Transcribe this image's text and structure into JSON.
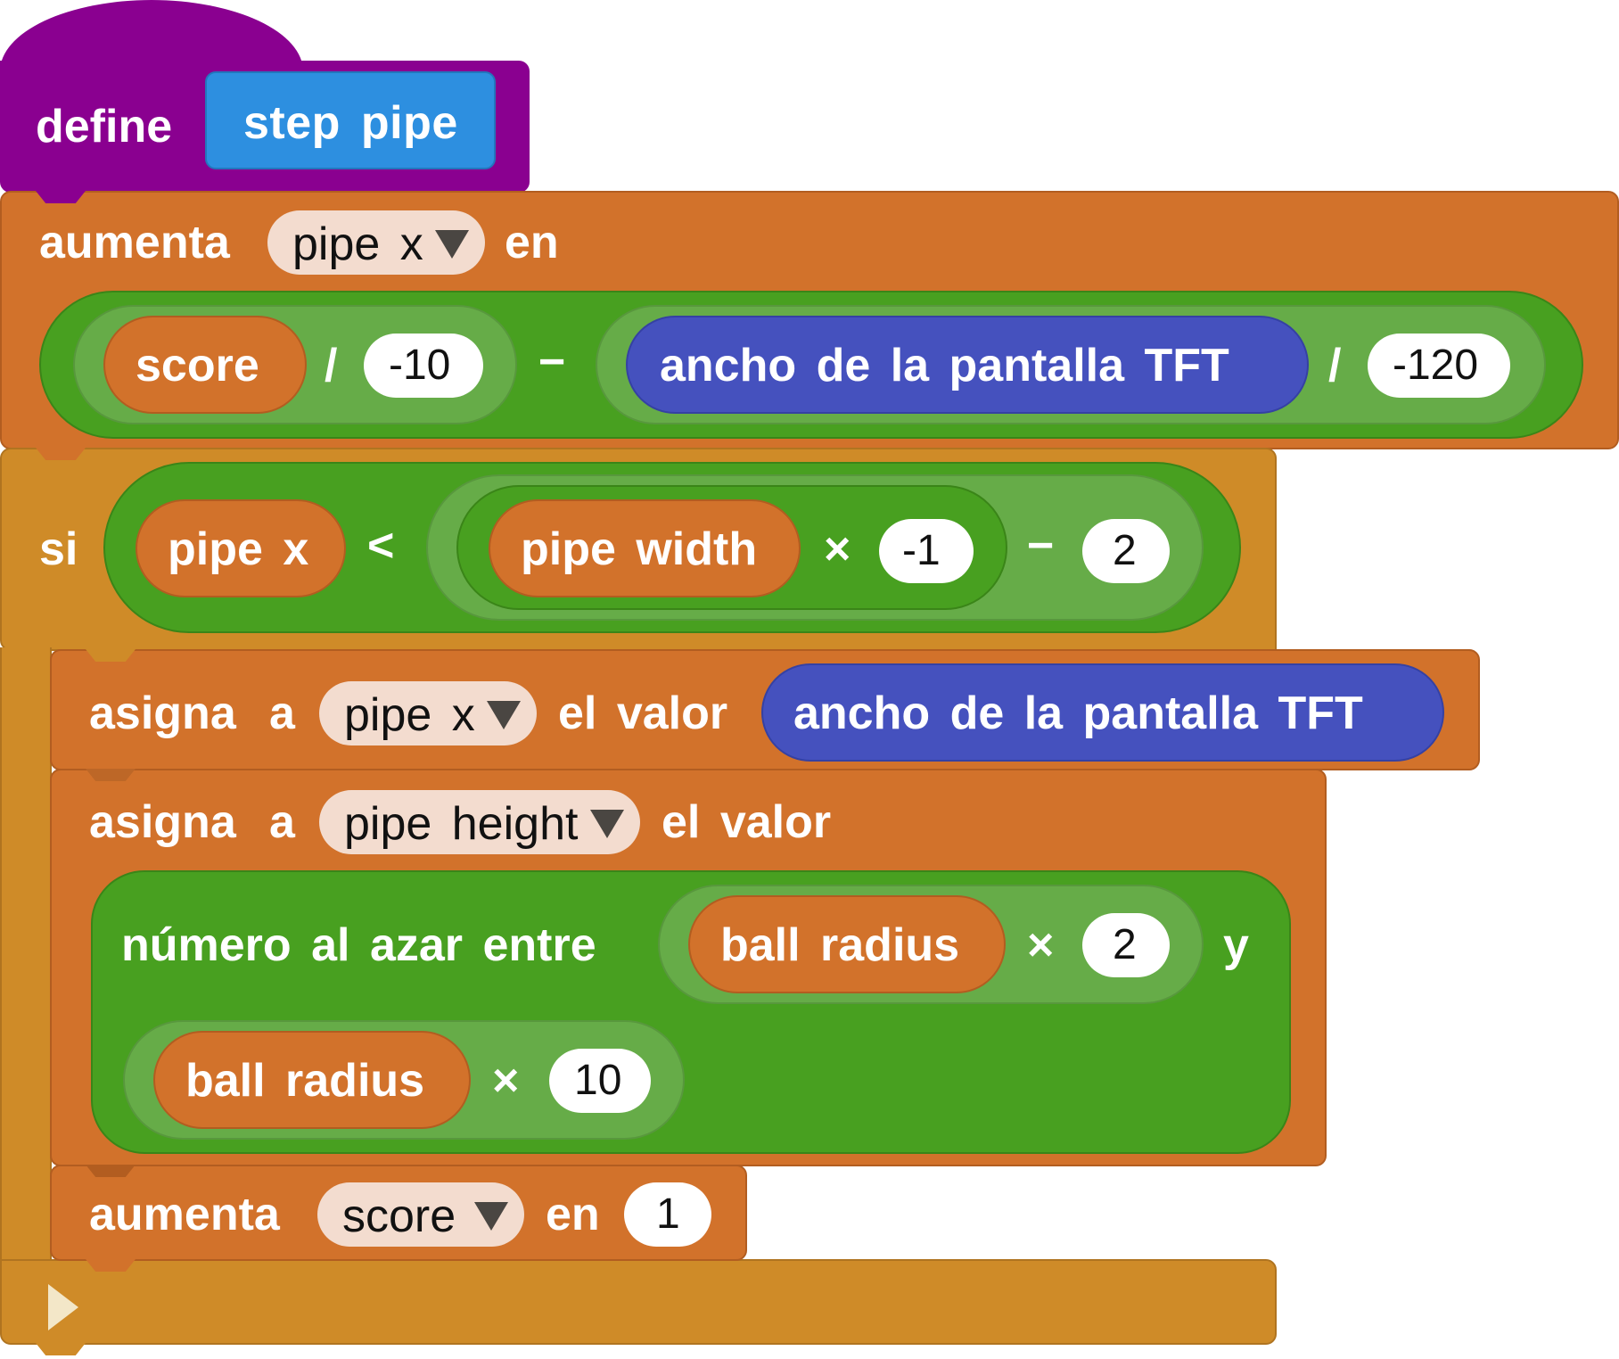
{
  "define_block": {
    "keyword": "define",
    "procedure_name": "step pipe"
  },
  "change_pipe_x": {
    "keyword": "aumenta",
    "variable": "pipe x",
    "by_word": "en",
    "expr": {
      "left_var": "score",
      "div1": "/",
      "num1": "-10",
      "minus": "−",
      "screen_width": "ancho de la pantalla TFT",
      "div2": "/",
      "num2": "-120"
    }
  },
  "if_block": {
    "keyword": "si",
    "cond": {
      "left_var": "pipe x",
      "op": "<",
      "pipe_width": "pipe width",
      "times": "×",
      "num_a": "-1",
      "minus": "−",
      "num_b": "2"
    }
  },
  "set_pipe_x": {
    "keyword_a": "asigna",
    "keyword_b": "a",
    "variable": "pipe x",
    "value_word": "el valor",
    "screen_width": "ancho de la pantalla TFT"
  },
  "set_pipe_height": {
    "keyword_a": "asigna",
    "keyword_b": "a",
    "variable": "pipe height",
    "value_word": "el valor",
    "random": {
      "label": "número al azar entre",
      "var1": "ball radius",
      "times1": "×",
      "num1": "2",
      "and_word": "y",
      "var2": "ball radius",
      "times2": "×",
      "num2": "10"
    }
  },
  "change_score": {
    "keyword": "aumenta",
    "variable": "score",
    "by_word": "en",
    "value": "1"
  },
  "colors": {
    "define_purple": "#8a0090",
    "custom_blue": "#2d8fe0",
    "variables_orange": "#d2722b",
    "control_gold": "#cf8b28",
    "operators_green": "#48a020",
    "operators_light": "#66ac48",
    "sensing_blue": "#4551be"
  },
  "icons": {
    "dropdown": "dropdown-triangle-icon",
    "expander": "expand-arrow-icon"
  }
}
